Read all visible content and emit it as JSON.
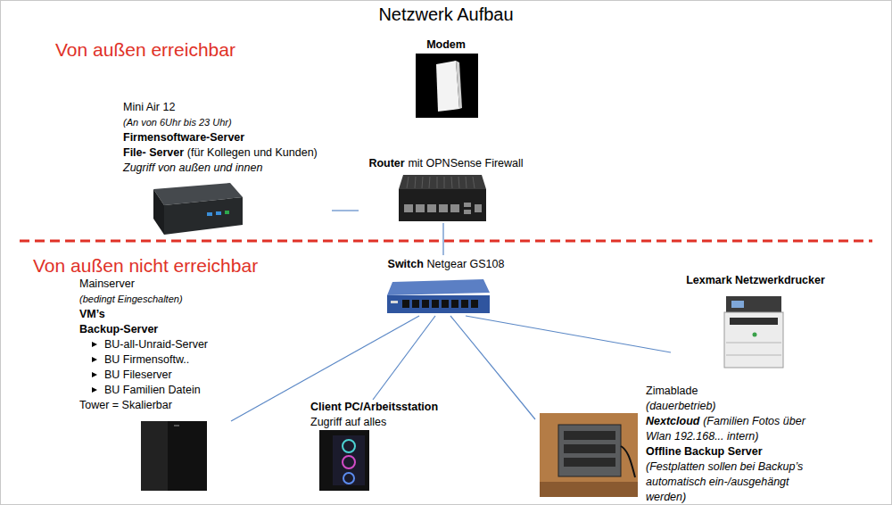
{
  "diagram": {
    "title": "Netzwerk Aufbau",
    "nodes": [
      {
        "text": [
          "Modem"
        ]
      },
      {
        "text": [
          "Mini Air 12",
          "(An von 6Uhr bis 23 Uhr)",
          "Firmensoftware-Server",
          "File- Server",
          "(für Kollegen und Kunden)",
          "Zugriff von außen und innen"
        ]
      },
      {
        "text": [
          "Router",
          "mit OPNSense Firewall"
        ]
      },
      {
        "text": [
          "Switch",
          "Netgear GS108"
        ]
      },
      {
        "text": [
          "Lexmark Netzwerkdrucker"
        ]
      },
      {
        "text": [
          "Mainserver",
          "(bedingt Eingeschalten)",
          "VM’s",
          "Backup-Server",
          "BU-all-Unraid-Server",
          "BU Firmensoftw..",
          "BU Fileserver",
          "BU Familien Datein",
          "Tower = Skalierbar"
        ]
      },
      {
        "text": [
          "Client PC/Arbeitsstation",
          "Zugriff auf alles"
        ]
      },
      {
        "text": [
          "Zimablade",
          "(dauerbetrieb)",
          "Nextcloud",
          "(Familien Fotos über Wlan 192.168... intern)",
          "Offline Backup Server",
          "(Festplatten sollen bei Backup’s automatisch ein-/ausgehängt werden)"
        ]
      }
    ],
    "edges": [
      {
        "from": 1,
        "to": 2,
        "arrow": "none"
      },
      {
        "from": 2,
        "to": 3,
        "arrow": "none"
      },
      {
        "from": 3,
        "to": 4,
        "arrow": "none"
      },
      {
        "from": 3,
        "to": 5,
        "arrow": "none"
      },
      {
        "from": 3,
        "to": 6,
        "arrow": "none"
      },
      {
        "from": 3,
        "to": 7,
        "arrow": "none"
      }
    ],
    "labels": [
      "Von außen erreichbar",
      "Von außen nicht erreichbar"
    ]
  }
}
